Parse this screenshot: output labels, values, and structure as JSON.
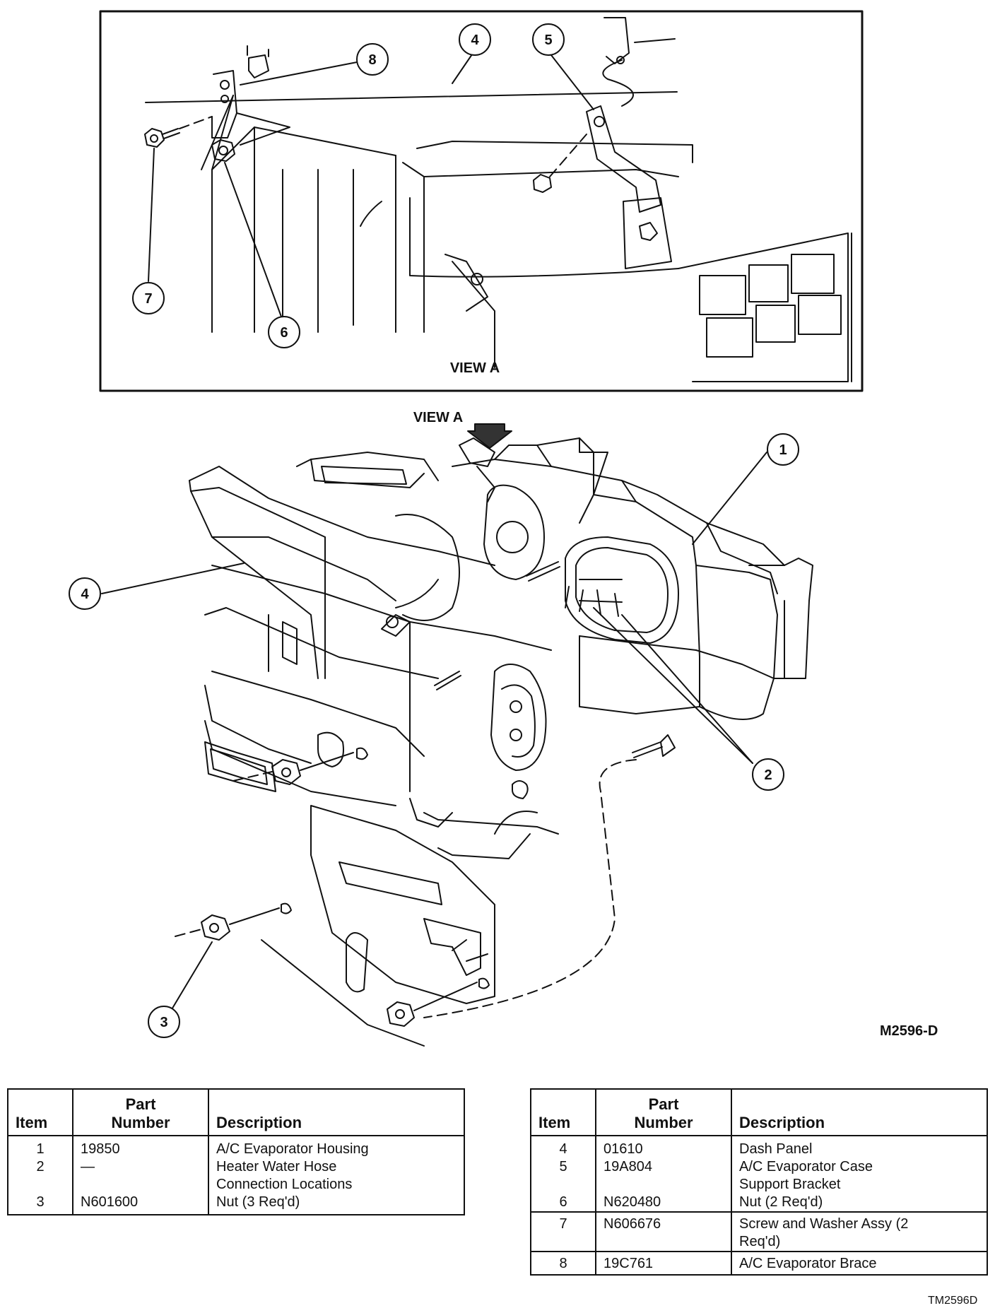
{
  "diagram": {
    "view_label_inset": "VIEW A",
    "view_label_main": "VIEW A",
    "callouts_inset": [
      "4",
      "5",
      "6",
      "7",
      "8"
    ],
    "callouts_main": [
      "1",
      "2",
      "3",
      "4"
    ],
    "figure_code": "M2596-D"
  },
  "table_left": {
    "headers": {
      "item": "Item",
      "part_line1": "Part",
      "part_line2": "Number",
      "description": "Description"
    },
    "rows": [
      {
        "item": "1",
        "part": "19850",
        "desc1": "A/C Evaporator Housing",
        "desc2": ""
      },
      {
        "item": "2",
        "part": "—",
        "desc1": "Heater Water Hose",
        "desc2": "Connection Locations"
      },
      {
        "item": "3",
        "part": "N601600",
        "desc1": "Nut (3 Req'd)",
        "desc2": ""
      }
    ]
  },
  "table_right": {
    "headers": {
      "item": "Item",
      "part_line1": "Part",
      "part_line2": "Number",
      "description": "Description"
    },
    "rows": [
      {
        "item": "4",
        "part": "01610",
        "desc1": "Dash Panel",
        "desc2": ""
      },
      {
        "item": "5",
        "part": "19A804",
        "desc1": "A/C Evaporator Case",
        "desc2": "Support Bracket"
      },
      {
        "item": "6",
        "part": "N620480",
        "desc1": "Nut (2 Req'd)",
        "desc2": ""
      },
      {
        "item": "7",
        "part": "N606676",
        "desc1": "Screw and Washer Assy (2",
        "desc2": "Req'd)"
      },
      {
        "item": "8",
        "part": "19C761",
        "desc1": "A/C Evaporator Brace",
        "desc2": ""
      }
    ]
  },
  "footer_code": "TM2596D"
}
